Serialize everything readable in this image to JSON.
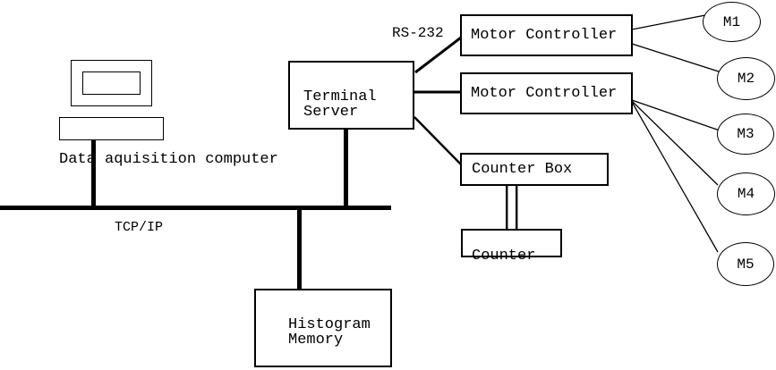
{
  "diagram": {
    "colors": {
      "background": "#ffffff",
      "line": "#000000",
      "text": "#000000"
    },
    "labels": {
      "computer_caption": "Data aquisition computer",
      "network_bus": "TCP/IP",
      "serial_link": "RS-232"
    },
    "nodes": {
      "terminal_server": "Terminal\nServer",
      "motor_controller_1": "Motor Controller",
      "motor_controller_2": "Motor Controller",
      "counter_box": "Counter Box",
      "counter": "Counter",
      "histogram_memory": "Histogram\nMemory"
    },
    "motors": [
      {
        "label": "M1"
      },
      {
        "label": "M2"
      },
      {
        "label": "M3"
      },
      {
        "label": "M4"
      },
      {
        "label": "M5"
      }
    ]
  }
}
